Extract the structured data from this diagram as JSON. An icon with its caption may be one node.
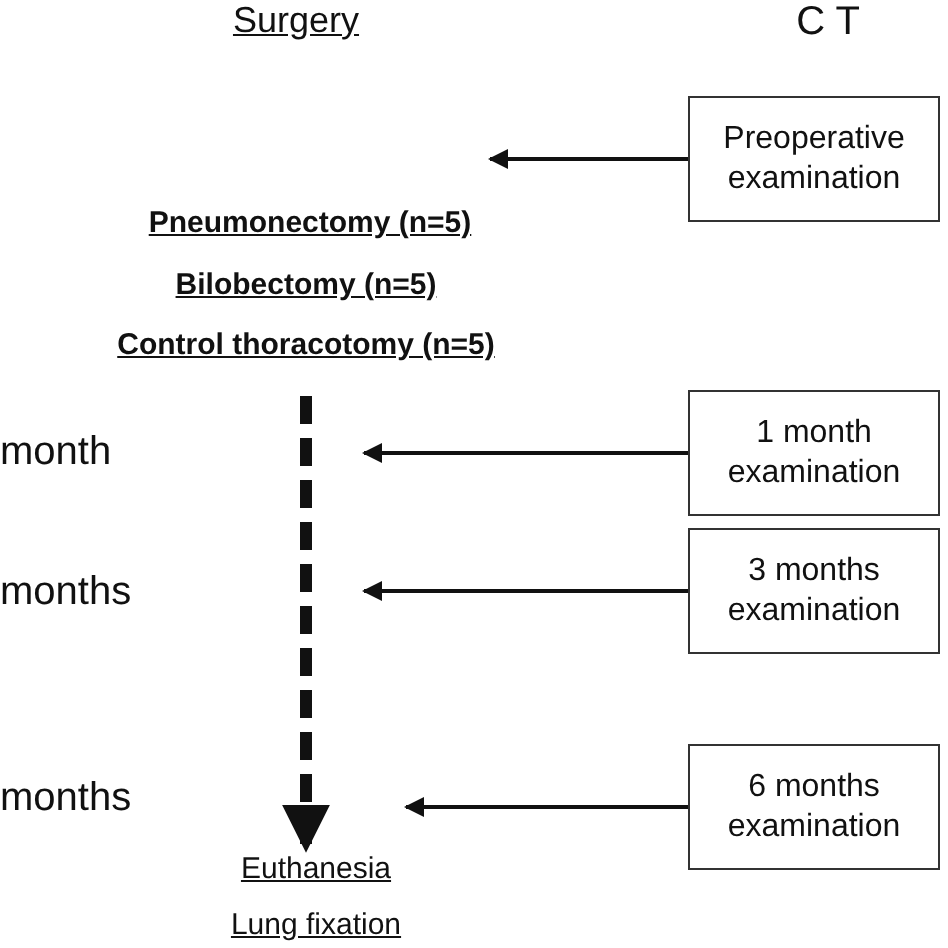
{
  "diagram": {
    "nodes": [
      {
        "text": [
          "Preoperative examination"
        ]
      },
      {
        "text": [
          "1 month examination"
        ]
      },
      {
        "text": [
          "3 months examination"
        ]
      },
      {
        "text": [
          "6 months examination"
        ]
      },
      {
        "text": [
          "Pneumonectomy (n=5)"
        ]
      },
      {
        "text": [
          "Bilobectomy (n=5)"
        ]
      },
      {
        "text": [
          "Control thoracotomy (n=5)"
        ]
      },
      {
        "text": [
          "Euthanesia"
        ]
      },
      {
        "text": [
          "Lung fixation"
        ]
      }
    ],
    "edges": [
      {
        "from": 0,
        "to": 4,
        "arrow": "to"
      },
      {
        "from": 1,
        "to": null,
        "arrow": "to"
      },
      {
        "from": 2,
        "to": null,
        "arrow": "to"
      },
      {
        "from": 3,
        "to": 7,
        "arrow": "to"
      },
      {
        "from": 6,
        "to": 7,
        "arrow": "to",
        "style": "dashed"
      }
    ],
    "labels": [
      "Surgery",
      "C T",
      "month",
      "months",
      "months"
    ]
  }
}
